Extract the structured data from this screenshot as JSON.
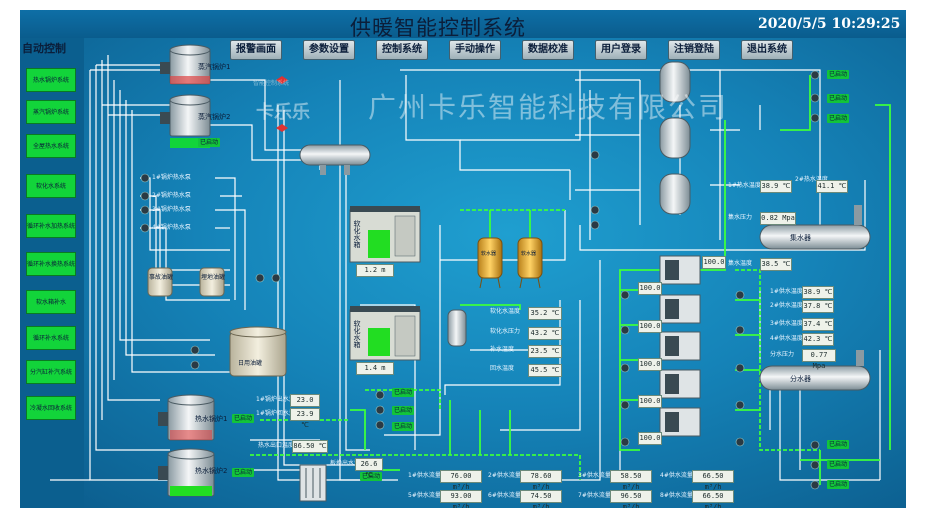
{
  "window": {
    "title": "供暖智能控制系统",
    "datetime": "2020/5/5 10:29:25"
  },
  "nav": [
    {
      "label": "报警画面"
    },
    {
      "label": "参数设置"
    },
    {
      "label": "控制系统"
    },
    {
      "label": "手动操作"
    },
    {
      "label": "数据校准"
    },
    {
      "label": "用户登录"
    },
    {
      "label": "注销登陆"
    },
    {
      "label": "退出系统"
    }
  ],
  "left_panel": {
    "title": "自动控制",
    "buttons": [
      {
        "label": "热水锅炉系统"
      },
      {
        "label": "蒸汽锅炉系统"
      },
      {
        "label": "全屋热水系统"
      },
      {
        "label": "软化水系统"
      },
      {
        "label": "循环补水加热系统"
      },
      {
        "label": "循环补水换热系统"
      },
      {
        "label": "软水箱补水"
      },
      {
        "label": "循环补水系统"
      },
      {
        "label": "分汽缸补汽系统"
      },
      {
        "label": "冷凝水回收系统"
      }
    ]
  },
  "watermark": {
    "company": "广州卡乐智能科技有限公司",
    "logo": "卡乐乐",
    "sub": "智能控制系统"
  },
  "equipment": {
    "steam_boiler_1": "蒸汽锅炉1",
    "steam_boiler_2": "蒸汽锅炉2",
    "hot_boiler_1": "热水锅炉1",
    "hot_boiler_2": "热水锅炉2",
    "softwater_tank_1": "软化水箱",
    "softwater_tank_2": "软化水箱",
    "oil_tank_1": "事故油罐",
    "oil_tank_2": "埋地油罐",
    "oil_tank_daily": "日用油罐",
    "collector": "集水器",
    "distributor": "分水器",
    "resin_1": "软水器",
    "resin_2": "软水器"
  },
  "status": {
    "running": "已启动"
  },
  "pumps": {
    "p1": "1#锅炉热水泵",
    "p2": "2#锅炉热水泵",
    "p3": "3#锅炉热水泵",
    "p4": "4#锅炉热水泵"
  },
  "tank_levels": [
    {
      "value": "1.2 m"
    },
    {
      "value": "1.4 m"
    }
  ],
  "readouts": {
    "mid": [
      {
        "label": "软化水温度",
        "value": "35.2 ℃"
      },
      {
        "label": "软化水压力",
        "value": "43.2 ℃"
      },
      {
        "label": "补水温度",
        "value": "23.5 ℃"
      },
      {
        "label": "回水温度",
        "value": "45.5 ℃"
      }
    ],
    "right_top": [
      {
        "label": "1#热水温度",
        "value": "38.9 ℃"
      },
      {
        "label": "2#热水温度",
        "value": "41.1 ℃"
      },
      {
        "label": "集水压力",
        "value": "0.82 Mpa"
      },
      {
        "label": "集水温度",
        "value": "38.5 ℃"
      }
    ],
    "right_mid": [
      {
        "label": "1#供水温度",
        "value": "38.9 ℃"
      },
      {
        "label": "2#供水温度",
        "value": "37.8 ℃"
      },
      {
        "label": "3#供水温度",
        "value": "37.4 ℃"
      },
      {
        "label": "4#供水温度",
        "value": "42.3 ℃"
      },
      {
        "label": "分水压力",
        "value": "0.77 Mpa"
      }
    ],
    "hx": [
      {
        "value": "100.0"
      },
      {
        "value": "100.0"
      },
      {
        "value": "100.0"
      },
      {
        "value": "100.0"
      },
      {
        "value": "100.0"
      },
      {
        "value": "100.0"
      }
    ],
    "boiler": [
      {
        "label": "1#锅炉出水温度",
        "value": "23.0 ℃"
      },
      {
        "label": "1#锅炉回水温度",
        "value": "23.9 ℃"
      },
      {
        "label": "热水出口温度",
        "value": "86.50 ℃"
      },
      {
        "label": "板换出水温度",
        "value": "26.6 ℃"
      }
    ],
    "bottom": [
      {
        "label": "1#供水流量",
        "value": "76.00 m³/h"
      },
      {
        "label": "2#供水流量",
        "value": "78.60 m³/h"
      },
      {
        "label": "3#供水流量",
        "value": "58.50 m³/h"
      },
      {
        "label": "4#供水流量",
        "value": "66.50 m³/h"
      },
      {
        "label": "5#供水流量",
        "value": "93.00 m³/h"
      },
      {
        "label": "6#供水流量",
        "value": "74.50 m³/h"
      },
      {
        "label": "7#供水流量",
        "value": "96.50 m³/h"
      },
      {
        "label": "8#供水流量",
        "value": "66.50 m³/h"
      }
    ]
  },
  "colors": {
    "pipe": "#ffffff",
    "flow": "#3cff3c",
    "screen_bg": "#1583b8",
    "run": "#12d43a"
  }
}
